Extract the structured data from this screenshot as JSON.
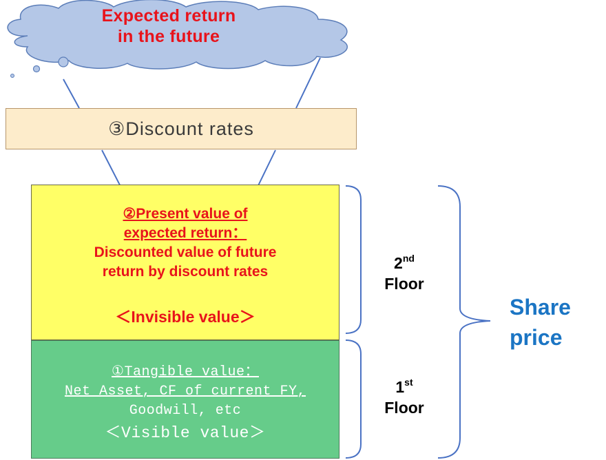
{
  "cloud": {
    "line1": "Expected return",
    "line2": "in the future"
  },
  "discount": {
    "label": "③Discount rates"
  },
  "second_floor": {
    "heading1": "②Present value of",
    "heading2": "expected return：",
    "body1": "Discounted value of future",
    "body2": "return by discount rates",
    "value": "＜Invisible value＞",
    "floor_num": "2",
    "floor_suffix": "nd",
    "floor_word": "Floor"
  },
  "first_floor": {
    "line1": "①Tangible value：",
    "line2": "Net Asset, CF of current FY,",
    "line3": "Goodwill, etc",
    "value": "＜Visible value＞",
    "floor_num": "1",
    "floor_suffix": "st",
    "floor_word": "Floor"
  },
  "share_price": {
    "line1": "Share",
    "line2": "price"
  },
  "colors": {
    "cloud_fill": "#b4c7e7",
    "cloud_stroke": "#5b7db8",
    "arrow": "#4a72c4",
    "brace": "#4a72c4",
    "red_text": "#e8131b",
    "share_text": "#1b75c4"
  }
}
